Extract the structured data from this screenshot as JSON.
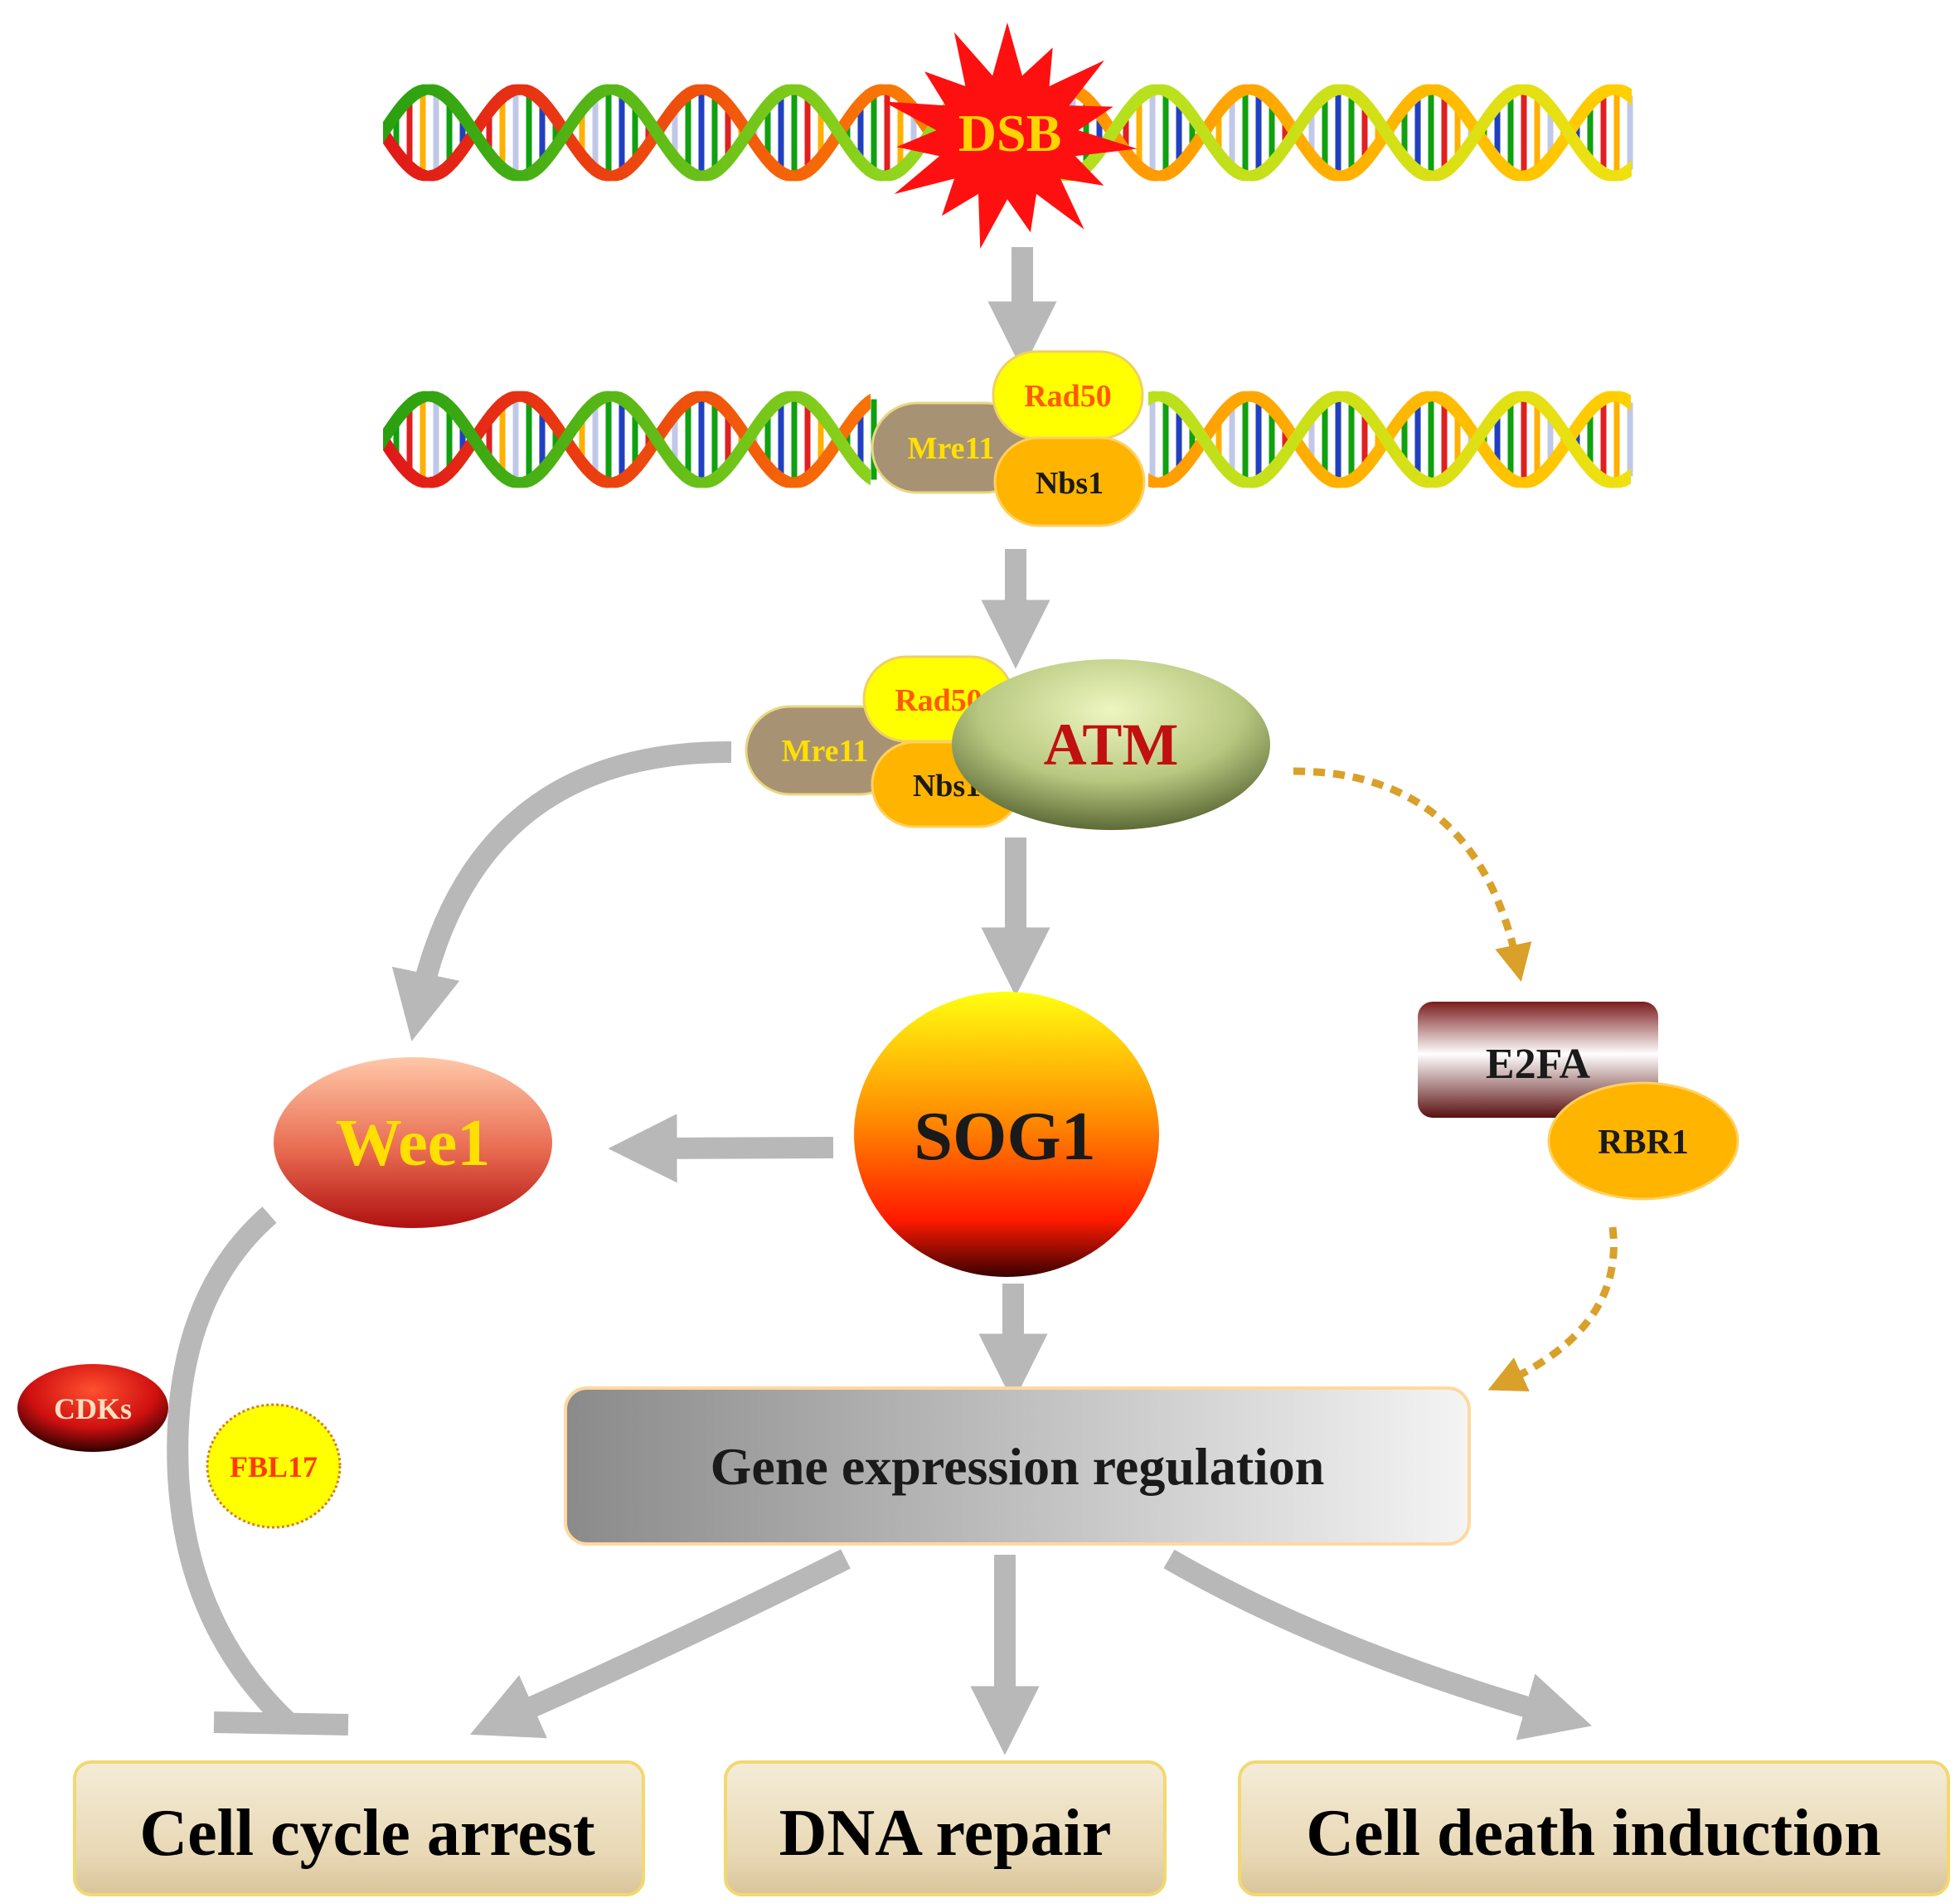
{
  "labels": {
    "dsb": "DSB",
    "rad50_top": "Rad50",
    "mre11_top": "Mre11",
    "nbs1_top": "Nbs1",
    "rad50_mid": "Rad50",
    "mre11_mid": "Mre11",
    "nbs1_mid": "Nbs1",
    "atm": "ATM",
    "sog1": "SOG1",
    "wee1": "Wee1",
    "e2fa": "E2FA",
    "rbr1": "RBR1",
    "cdks": "CDKs",
    "fbl17": "FBL17",
    "gene_expression": "Gene expression regulation",
    "cell_cycle_arrest": "Cell cycle arrest",
    "dna_repair": "DNA repair",
    "cell_death": "Cell death induction"
  },
  "colors": {
    "arrow": "#b8b8b8",
    "dashed_arrow": "#d9a02a",
    "dsb_star": "#ff1010",
    "dsb_text": "#ffd400",
    "rad50": "#ffff00",
    "nbs1": "#ffb400",
    "mre11": "#a89274",
    "outcome_box": "#eadcc0"
  }
}
